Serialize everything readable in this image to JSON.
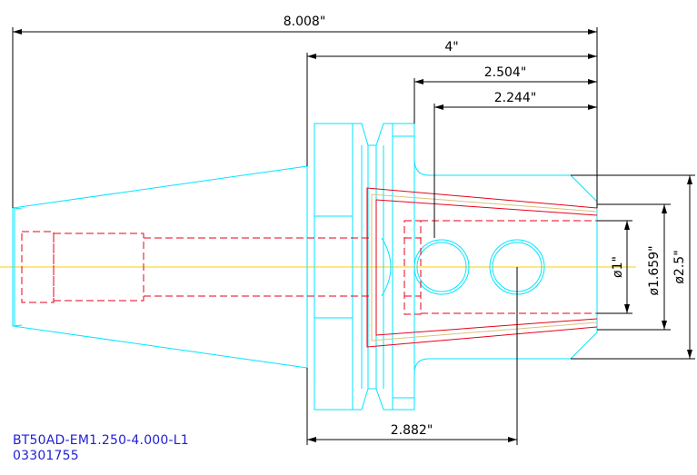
{
  "drawing": {
    "dimensions": {
      "overall_length": "8.008\"",
      "flange_to_end": "4\"",
      "bore_depth_outer": "2.504\"",
      "bore_depth_inner": "2.244\"",
      "screw_position": "2.882\"",
      "bore_diameter": "ø1\"",
      "nose_diameter": "ø1.659\"",
      "body_diameter": "ø2.5\""
    },
    "part_number": "BT50AD-EM1.250-4.000-L1",
    "part_code": "03301755",
    "colors": {
      "outline": "#00e5ff",
      "hidden": "#e8001a",
      "centerline": "#ffd200",
      "dimension": "#000000",
      "text_blue": "#1f1fd6",
      "taper_inner": "#d8c27a"
    }
  }
}
